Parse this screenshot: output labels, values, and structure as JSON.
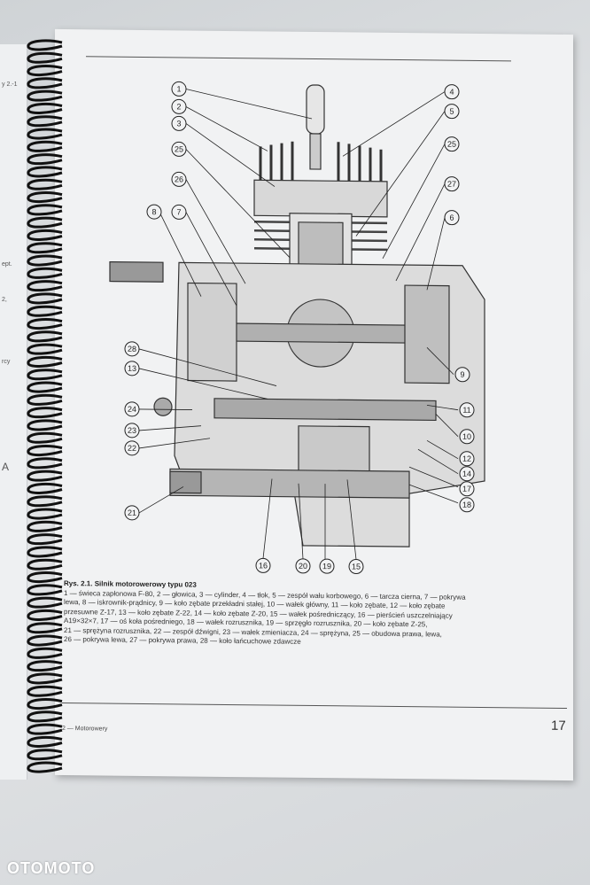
{
  "document": {
    "figure_caption_title": "Rys. 2.1. Silnik motorowerowy typu 023",
    "caption_lines": [
      "1 — świeca zapłonowa F-80, 2 — głowica, 3 — cylinder, 4 — tłok, 5 — zespół wału korbowego, 6 — tarcza cierna, 7 — pokrywa",
      "lewa, 8 — iskrownik-prądnicy, 9 — koło zębate przekładni stałej, 10 — wałek główny, 11 — koło zębate, 12 — koło zębate",
      "przesuwne Z-17, 13 — koło zębate Z-22, 14 — koło zębate Z-20, 15 — wałek pośredniczący, 16 — pierścień uszczelniający",
      "A19×32×7, 17 — oś koła pośredniego, 18 — wałek rozrusznika, 19 — sprzęgło rozrusznika, 20 — koło zębate Z-25,",
      "21 — sprężyna rozrusznika, 22 — zespół dźwigni, 23 — wałek zmieniacza, 24 — sprężyna, 25 — obudowa prawa, lewa,",
      "26 — pokrywa lewa, 27 — pokrywa prawa, 28 — koło łańcuchowe zdawcze"
    ],
    "footer_left": "2 — Motorowery",
    "page_number": "17"
  },
  "callouts": {
    "left": [
      "1",
      "2",
      "3",
      "25",
      "26",
      "8",
      "7",
      "28",
      "13",
      "24",
      "23",
      "22",
      "21"
    ],
    "right": [
      "4",
      "5",
      "25",
      "27",
      "6",
      "9",
      "11",
      "10",
      "12",
      "14",
      "17",
      "18"
    ],
    "bottom": [
      "16",
      "20",
      "19",
      "15"
    ]
  },
  "left_page_fragments": [
    "y 2.-1",
    "ept.",
    "2,",
    "rcy",
    "A"
  ],
  "watermark": "OTOMOTO"
}
